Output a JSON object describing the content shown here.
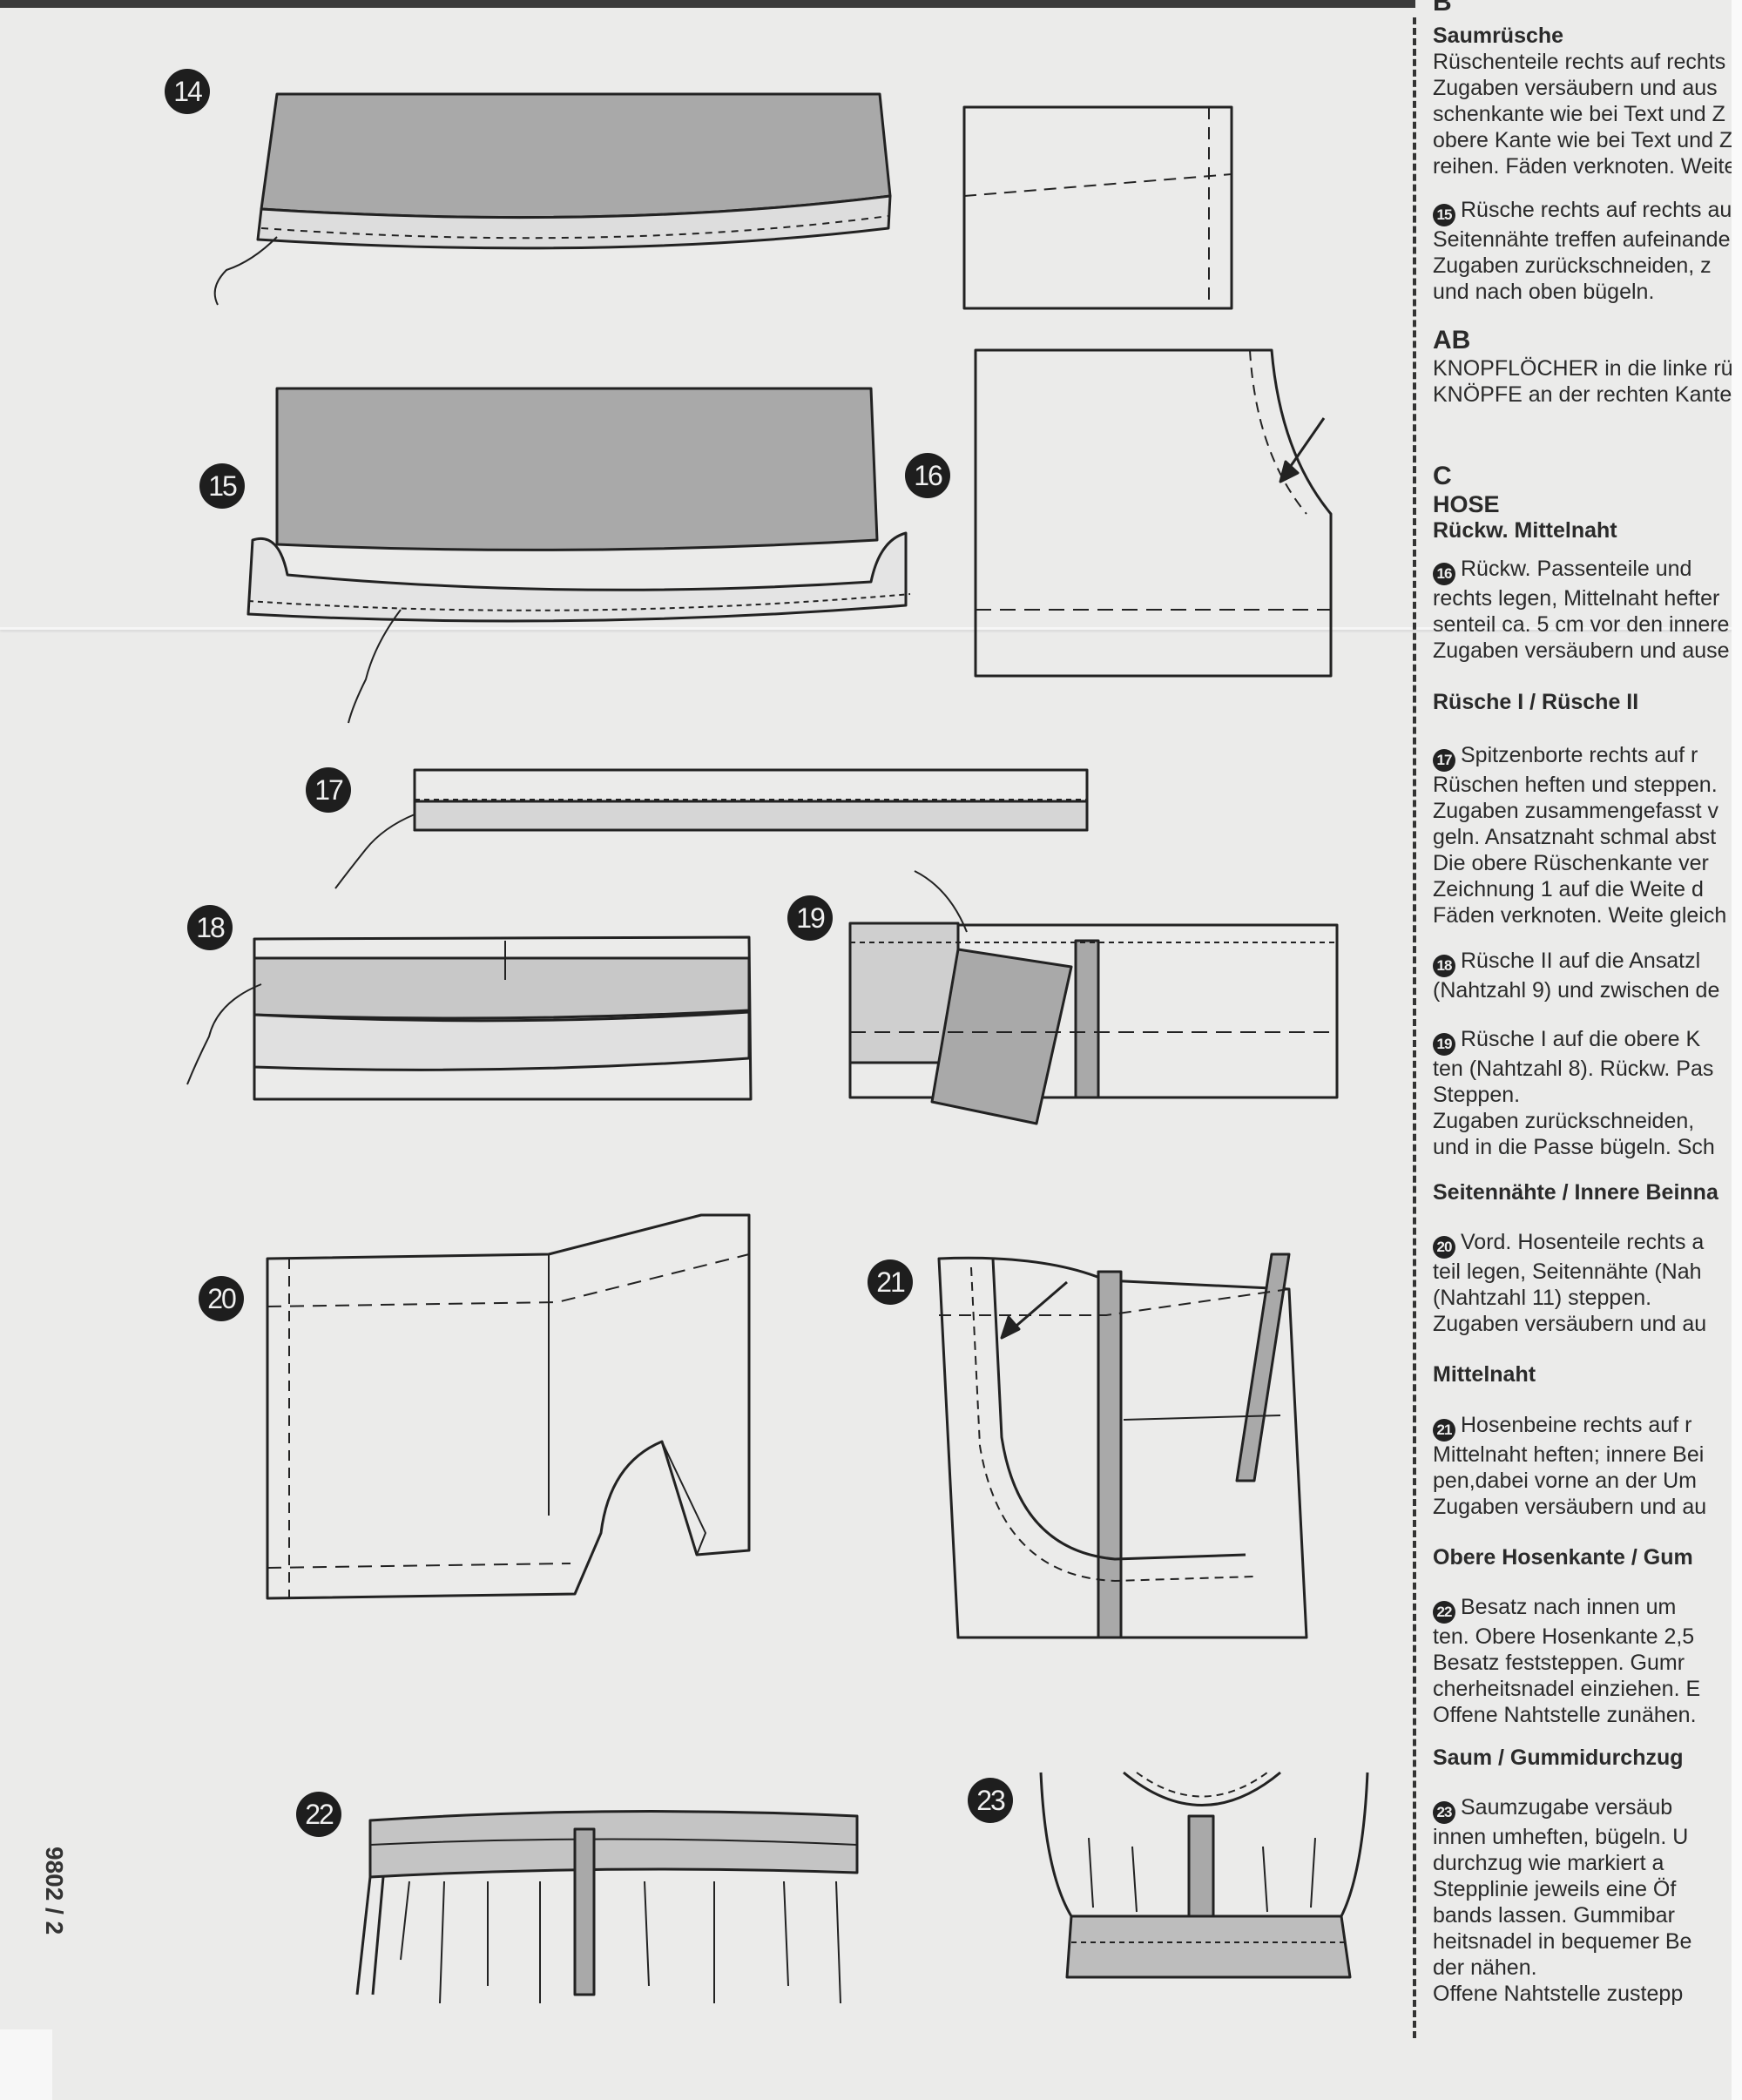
{
  "page_number": "9802 / 2",
  "steps": [
    "14",
    "15",
    "16",
    "17",
    "18",
    "19",
    "20",
    "21",
    "22",
    "23"
  ],
  "instructions": {
    "b_label": "B",
    "saumruesche": {
      "heading": "Saumrüsche",
      "lines": [
        "Rüschenteile rechts auf rechts",
        "Zugaben versäubern und aus",
        "schenkante wie bei Text und Z",
        "obere Kante wie bei Text und Z",
        "reihen. Fäden verknoten. Weite"
      ]
    },
    "step15": {
      "num": "15",
      "lines": [
        "Rüsche rechts auf rechts au",
        "Seitennähte treffen aufeinande",
        "Zugaben  zurückschneiden,  z",
        "und nach oben bügeln."
      ]
    },
    "ab": {
      "label": "AB",
      "lines": [
        "KNOPFLÖCHER in die linke rü",
        "KNÖPFE an der rechten Kante"
      ]
    },
    "c": {
      "label": "C",
      "title": "HOSE",
      "heading": "Rückw. Mittelnaht"
    },
    "step16": {
      "num": "16",
      "lines": [
        "Rückw. Passenteile und",
        "rechts legen, Mittelnaht hefter",
        "senteil ca. 5 cm vor den innere",
        "Zugaben versäubern und ause"
      ]
    },
    "ruesche_heading": "Rüsche I / Rüsche II",
    "step17": {
      "num": "17",
      "lines": [
        "Spitzenborte rechts auf r",
        "Rüschen heften und steppen.",
        "Zugaben zusammengefasst v",
        "geln. Ansatznaht schmal abst",
        "Die obere Rüschenkante ver",
        "Zeichnung 1 auf die Weite d",
        "Fäden verknoten. Weite gleich"
      ]
    },
    "step18": {
      "num": "18",
      "lines": [
        "Rüsche II auf die Ansatzl",
        "(Nahtzahl 9) und zwischen de"
      ]
    },
    "step19": {
      "num": "19",
      "lines": [
        "Rüsche I auf die obere K",
        "ten (Nahtzahl 8). Rückw. Pas",
        "Steppen.",
        "Zugaben  zurückschneiden,",
        "und in die Passe bügeln. Sch"
      ]
    },
    "seiten_heading": "Seitennähte / Innere Beinna",
    "step20": {
      "num": "20",
      "lines": [
        "Vord. Hosenteile rechts a",
        "teil  legen,  Seitennähte  (Nah",
        "(Nahtzahl 11) steppen.",
        "Zugaben versäubern und au"
      ]
    },
    "mittelnaht_heading": "Mittelnaht",
    "step21": {
      "num": "21",
      "lines": [
        "Hosenbeine rechts auf r",
        "Mittelnaht heften; innere Bei",
        "pen,dabei vorne an der Um",
        "Zugaben versäubern und au"
      ]
    },
    "obere_heading": "Obere Hosenkante / Gum",
    "step22": {
      "num": "22",
      "lines": [
        "Besatz nach innen um",
        "ten. Obere Hosenkante 2,5",
        "Besatz feststeppen. Gumr",
        "cherheitsnadel einziehen. E",
        "Offene Nahtstelle zunähen."
      ]
    },
    "saum_heading": "Saum / Gummidurchzug",
    "step23": {
      "num": "23",
      "lines": [
        "Saumzugabe versäub",
        "innen umheften, bügeln. U",
        "durchzug  wie  markiert  a",
        "Stepplinie jeweils eine Öf",
        "bands lassen. Gummibar",
        "heitsnadel in bequemer Be",
        "der nähen.",
        "Offene Nahtstelle zustepp"
      ]
    }
  },
  "colors": {
    "paper": "#ebebea",
    "ink": "#2a2a2a",
    "fabric_gray": "#a9a9a9"
  }
}
